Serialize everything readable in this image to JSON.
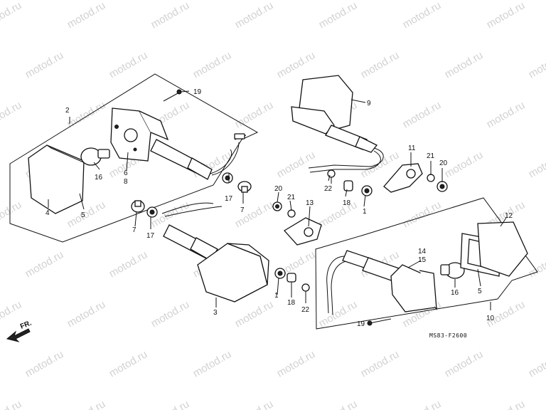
{
  "watermark": "motod.ru",
  "diagram_code": "MS83-F2600",
  "direction_label": "FR.",
  "callouts": [
    {
      "id": "c2",
      "text": "2"
    },
    {
      "id": "c4",
      "text": "4"
    },
    {
      "id": "c5a",
      "text": "5"
    },
    {
      "id": "c16a",
      "text": "16"
    },
    {
      "id": "c6",
      "text": "6"
    },
    {
      "id": "c8",
      "text": "8"
    },
    {
      "id": "c19a",
      "text": "19"
    },
    {
      "id": "c17a",
      "text": "17"
    },
    {
      "id": "c7a",
      "text": "7"
    },
    {
      "id": "c7b",
      "text": "7"
    },
    {
      "id": "c17b",
      "text": "17"
    },
    {
      "id": "c3",
      "text": "3"
    },
    {
      "id": "c9",
      "text": "9"
    },
    {
      "id": "c11",
      "text": "11"
    },
    {
      "id": "c21a",
      "text": "21"
    },
    {
      "id": "c20a",
      "text": "20"
    },
    {
      "id": "c22a",
      "text": "22"
    },
    {
      "id": "c18a",
      "text": "18"
    },
    {
      "id": "c1a",
      "text": "1"
    },
    {
      "id": "c20b",
      "text": "20"
    },
    {
      "id": "c21b",
      "text": "21"
    },
    {
      "id": "c13",
      "text": "13"
    },
    {
      "id": "c1b",
      "text": "1"
    },
    {
      "id": "c18b",
      "text": "18"
    },
    {
      "id": "c22b",
      "text": "22"
    },
    {
      "id": "c14",
      "text": "14"
    },
    {
      "id": "c15",
      "text": "15"
    },
    {
      "id": "c12",
      "text": "12"
    },
    {
      "id": "c16b",
      "text": "16"
    },
    {
      "id": "c5b",
      "text": "5"
    },
    {
      "id": "c10",
      "text": "10"
    },
    {
      "id": "c19b",
      "text": "19"
    }
  ]
}
